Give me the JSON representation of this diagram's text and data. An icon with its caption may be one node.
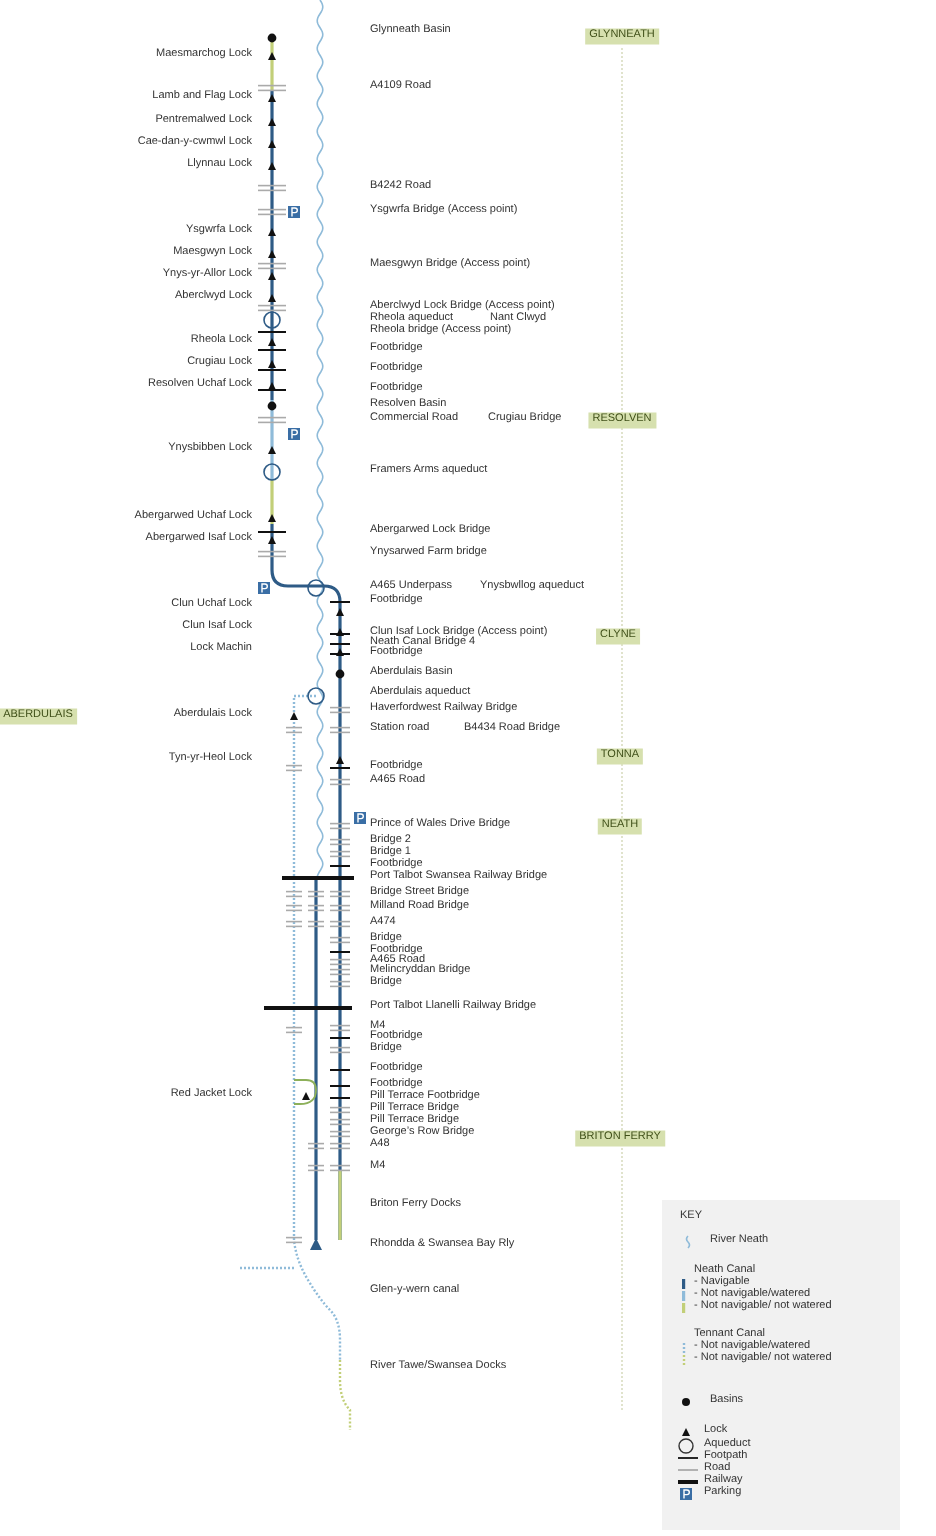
{
  "diagram": {
    "nodes": [
      {
        "text": [
          "GLYNNEATH"
        ]
      },
      {
        "text": [
          "RESOLVEN"
        ]
      },
      {
        "text": [
          "CLYNE"
        ]
      },
      {
        "text": [
          "ABERDULAIS"
        ]
      },
      {
        "text": [
          "TONNA"
        ]
      },
      {
        "text": [
          "NEATH"
        ]
      },
      {
        "text": [
          "BRITON FERRY"
        ]
      },
      {
        "text": [
          "KEY"
        ]
      }
    ],
    "labels": [
      "Glynneath Basin",
      "Maesmarchog Lock",
      "A4109 Road",
      "Lamb and Flag Lock",
      "Pentremalwed Lock",
      "Cae-dan-y-cwmwl Lock",
      "Llynnau Lock",
      "B4242 Road",
      "Ysgwrfa Bridge (Access point)",
      "Ysgwrfa Lock",
      "Maesgwyn Lock",
      "Maesgwyn Bridge (Access point)",
      "Ynys-yr-Allor Lock",
      "Aberclwyd Lock",
      "Aberclwyd Lock Bridge (Access point)",
      "Rheola aqueduct",
      "Nant Clwyd",
      "Rheola bridge (Access point)",
      "Rheola Lock",
      "Footbridge",
      "Crugiau Lock",
      "Footbridge",
      "Resolven Uchaf Lock",
      "Footbridge",
      "Resolven Basin",
      "Commercial Road",
      "Crugiau Bridge",
      "Ynysbibben Lock",
      "Framers Arms aqueduct",
      "Abergarwed Uchaf Lock",
      "Abergarwed Lock Bridge",
      "Abergarwed Isaf Lock",
      "Ynysarwed Farm bridge",
      "A465 Underpass",
      "Ynysbwllog aqueduct",
      "Footbridge",
      "Clun Uchaf Lock",
      "Clun Isaf Lock",
      "Clun Isaf Lock Bridge (Access point)",
      "Neath Canal Bridge 4",
      "Lock Machin",
      "Footbridge",
      "Aberdulais Basin",
      "Aberdulais aqueduct",
      "Haverfordwest Railway Bridge",
      "Aberdulais Lock",
      "Station road",
      "B4434 Road Bridge",
      "Tyn-yr-Heol Lock",
      "Footbridge",
      "A465 Road",
      "Prince of Wales Drive Bridge",
      "Bridge 2",
      "Bridge 1",
      "Footbridge",
      "Port Talbot Swansea Railway Bridge",
      "Bridge Street Bridge",
      "Milland Road Bridge",
      "A474",
      "Bridge",
      "Footbridge",
      "A465 Road",
      "Melincryddan Bridge",
      "Bridge",
      "Port Talbot Llanelli Railway Bridge",
      "M4",
      "Footbridge",
      "Bridge",
      "Footbridge",
      "Footbridge",
      "Red Jacket Lock",
      "Pill Terrace Footbridge",
      "Pill Terrace Bridge",
      "Pill Terrace Bridge",
      "George’s Row Bridge",
      "A48",
      "M4",
      "Briton Ferry Docks",
      "Rhondda & Swansea Bay Rly",
      "Glen-y-wern canal",
      "River Tawe/Swansea Docks",
      "Neath Canal",
      "Tennant Canal"
    ],
    "legend": [
      {
        "text": "River Neath"
      },
      {
        "text": "- Navigable",
        "color": "#2e5b86"
      },
      {
        "text": "- Not navigable/watered",
        "color": "#8fbbd9"
      },
      {
        "text": "- Not navigable/ not watered",
        "color": "#c2cf78"
      },
      {
        "text": "- Not navigable/watered"
      },
      {
        "text": "- Not navigable/ not watered"
      },
      {
        "text": "Basins"
      },
      {
        "text": "Lock"
      },
      {
        "text": "Aqueduct"
      },
      {
        "text": "Footpath"
      },
      {
        "text": "Road"
      },
      {
        "text": "Railway"
      },
      {
        "text": "Parking"
      }
    ]
  }
}
